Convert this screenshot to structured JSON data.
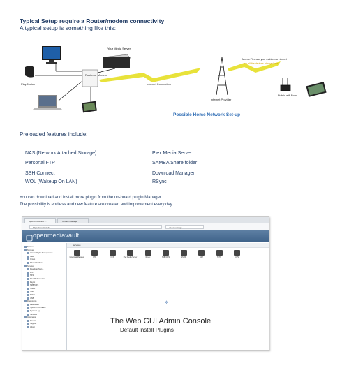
{
  "doc": {
    "title": "Typical Setup require a Router/modem connectivity",
    "subtitle": "A typical setup is something like this:"
  },
  "diagram": {
    "labels": {
      "media_server": "Your Media Server",
      "router": "Router or Modem",
      "playstation": "PlayStation",
      "internet": "Internet Connection",
      "provider": "internet Provider",
      "access": "Access Plex and your mobile via internet",
      "access2": "on all the devices at anywhere",
      "wifi": "Public wifi Point"
    },
    "caption": "Possible Home Network Set-up"
  },
  "features": {
    "heading": "Preloaded features include:",
    "left": [
      "NAS (Network Attached Storage)",
      "Personal FTP",
      "SSH Connect",
      "WOL (Wakeup On LAN)"
    ],
    "right": [
      "Plex Media Server",
      "SAMBA Share folder",
      "Download Manager",
      "RSync"
    ]
  },
  "notes": [
    "You can download and install more plugin from the on-board plugin Manager.",
    "The possibility is endless and new feature are created and improvement every day."
  ],
  "browser": {
    "tab1": "openmediavault ...",
    "tab2": "Update Manager",
    "url": "https://mediavault",
    "search": "about:settings",
    "logo": "openmediavault",
    "content_bar": "Services",
    "nav": [
      "System",
      "Storage",
      "Access Rights Management",
      "User",
      "Group",
      "Shared Folders",
      "Services",
      "Download Man...",
      "FTP",
      "NFS",
      "Plex Media Server",
      "Rsync",
      "SMB/CIFS",
      "SNMP",
      "SSH",
      "TFTP",
      "USB",
      "Diagnostics",
      "Dashboard",
      "System Information",
      "System Logs",
      "Services",
      "Information",
      "Donate",
      "Support",
      "About"
    ],
    "plugins": [
      "Download Manager",
      "FTP",
      "NFS",
      "Plex Media Server",
      "Rsync",
      "SMB/CIFS",
      "SNMP",
      "SSH",
      "TFTP",
      "UPS"
    ]
  },
  "console": {
    "title": "The Web GUI Admin Console",
    "subtitle": "Default Install Plugins"
  },
  "colors": {
    "text": "#1f3a63",
    "caption": "#2f6db5",
    "lightning": "#e8e23a",
    "omv_header": "#4a6d93"
  }
}
